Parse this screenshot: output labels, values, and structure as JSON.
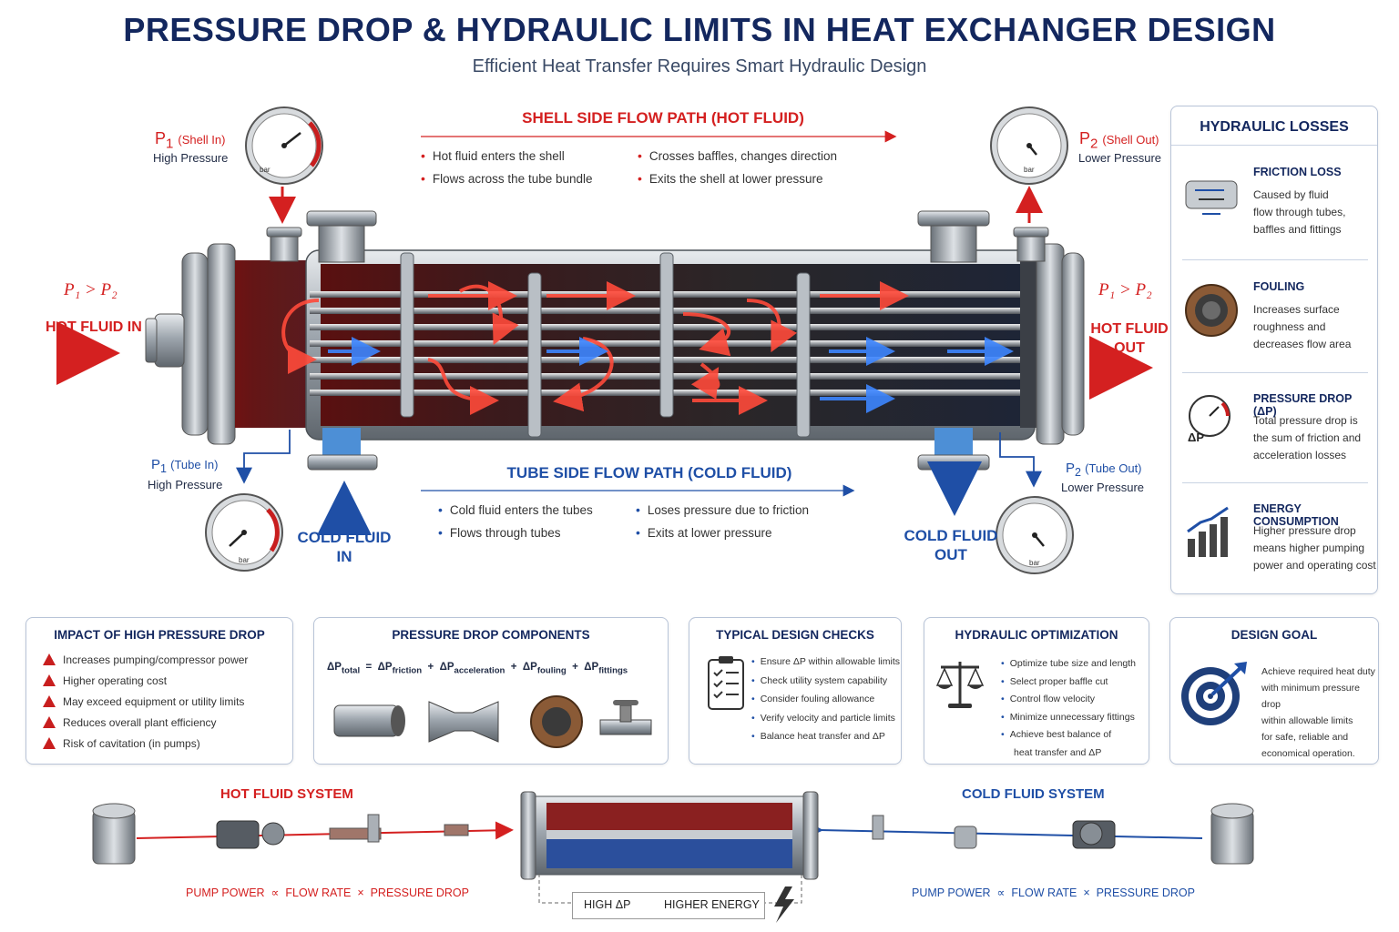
{
  "header": {
    "title": "PRESSURE DROP & HYDRAULIC LIMITS IN HEAT EXCHANGER DESIGN",
    "subtitle": "Efficient Heat Transfer Requires Smart Hydraulic Design"
  },
  "gauges": {
    "unit": "bar",
    "shell_in": {
      "sym": "P",
      "sub": "1",
      "tag": "(Shell In)",
      "desc": "High Pressure"
    },
    "shell_out": {
      "sym": "P",
      "sub": "2",
      "tag": "(Shell Out)",
      "desc": "Lower Pressure"
    },
    "tube_in": {
      "sym": "P",
      "sub": "1",
      "tag": "(Tube In)",
      "desc": "High Pressure"
    },
    "tube_out": {
      "sym": "P",
      "sub": "2",
      "tag": "(Tube Out)",
      "desc": "Lower Pressure"
    }
  },
  "relation": {
    "left": "P₁ > P₂",
    "right": "P₁ > P₂"
  },
  "flows": {
    "hot_in": "HOT FLUID IN",
    "hot_out_1": "HOT FLUID",
    "hot_out_2": "OUT",
    "cold_in_1": "COLD FLUID",
    "cold_in_2": "IN",
    "cold_out_1": "COLD FLUID",
    "cold_out_2": "OUT"
  },
  "shell_path": {
    "title": "SHELL SIDE FLOW PATH (HOT FLUID)",
    "bullets": [
      "Hot fluid enters the shell",
      "Flows across the tube bundle",
      "Crosses baffles, changes direction",
      "Exits the shell at lower pressure"
    ]
  },
  "tube_path": {
    "title": "TUBE SIDE FLOW PATH (COLD FLUID)",
    "bullets": [
      "Cold fluid enters the tubes",
      "Flows through tubes",
      "Loses pressure due to friction",
      "Exits at lower pressure"
    ]
  },
  "hydraulic_losses": {
    "title": "HYDRAULIC LOSSES",
    "items": [
      {
        "title": "FRICTION LOSS",
        "lines": [
          "Caused by fluid",
          "flow through tubes,",
          "baffles and fittings"
        ],
        "icon": "pipe-flow-icon"
      },
      {
        "title": "FOULING",
        "lines": [
          "Increases surface",
          "roughness and",
          "decreases flow area"
        ],
        "icon": "fouled-tube-icon"
      },
      {
        "title": "PRESSURE DROP (ΔP)",
        "lines": [
          "Total pressure drop is",
          "the sum of friction and",
          "acceleration losses"
        ],
        "icon": "gauge-icon",
        "badge": "ΔP"
      },
      {
        "title": "ENERGY CONSUMPTION",
        "lines": [
          "Higher pressure drop",
          "means higher pumping",
          "power and operating cost"
        ],
        "icon": "rising-bars-icon"
      }
    ]
  },
  "impact": {
    "title": "IMPACT OF HIGH PRESSURE DROP",
    "items": [
      "Increases pumping/compressor power",
      "Higher operating cost",
      "May exceed equipment or utility limits",
      "Reduces overall plant efficiency",
      "Risk of cavitation (in pumps)"
    ]
  },
  "components": {
    "title": "PRESSURE DROP COMPONENTS",
    "formula": {
      "lhs": "ΔP",
      "lhs_sub": "total",
      "eq": "=",
      "plus": "+",
      "terms": [
        {
          "sym": "ΔP",
          "sub": "friction"
        },
        {
          "sym": "ΔP",
          "sub": "acceleration"
        },
        {
          "sym": "ΔP",
          "sub": "fouling"
        },
        {
          "sym": "ΔP",
          "sub": "fittings"
        }
      ]
    }
  },
  "checks": {
    "title": "TYPICAL DESIGN CHECKS",
    "items": [
      "Ensure ΔP within allowable limits",
      "Check utility system capability",
      "Consider fouling allowance",
      "Verify velocity and particle limits",
      "Balance heat transfer and ΔP"
    ]
  },
  "optimization": {
    "title": "HYDRAULIC OPTIMIZATION",
    "items": [
      "Optimize tube size and length",
      "Select proper baffle cut",
      "Control flow velocity",
      "Minimize unnecessary fittings",
      "Achieve best balance of"
    ],
    "continuation": "heat transfer and ΔP"
  },
  "goal": {
    "title": "DESIGN GOAL",
    "lines": [
      "Achieve required heat duty",
      "with minimum pressure drop",
      "within allowable limits",
      "for safe, reliable and",
      "economical operation."
    ]
  },
  "systems": {
    "hot_title": "HOT FLUID SYSTEM",
    "cold_title": "COLD FLUID SYSTEM",
    "pump_formula": "PUMP POWER  ∝  FLOW RATE  ×  PRESSURE DROP",
    "energy_left": "HIGH ΔP",
    "energy_right": "HIGHER ENERGY"
  },
  "colors": {
    "hot": "#d42020",
    "cold": "#1f4fa6",
    "navy": "#13275e",
    "steel": "#9aa3ad"
  }
}
